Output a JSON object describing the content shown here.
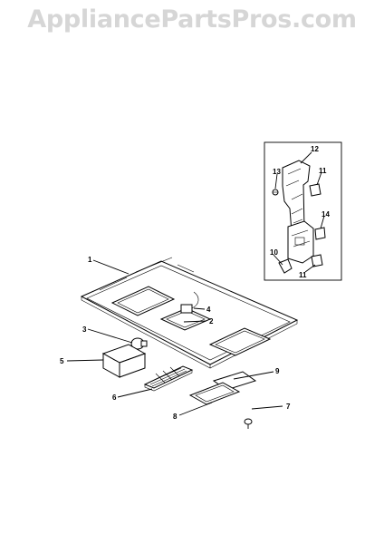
{
  "watermark": "AppliancePartsPros.com",
  "callouts": {
    "c1": "1",
    "c2": "2",
    "c3": "3",
    "c4": "4",
    "c5": "5",
    "c6": "6",
    "c7": "7",
    "c8": "8",
    "c9": "9",
    "c10": "10",
    "c11a": "11",
    "c11b": "11",
    "c12": "12",
    "c13": "13",
    "c14": "14"
  }
}
